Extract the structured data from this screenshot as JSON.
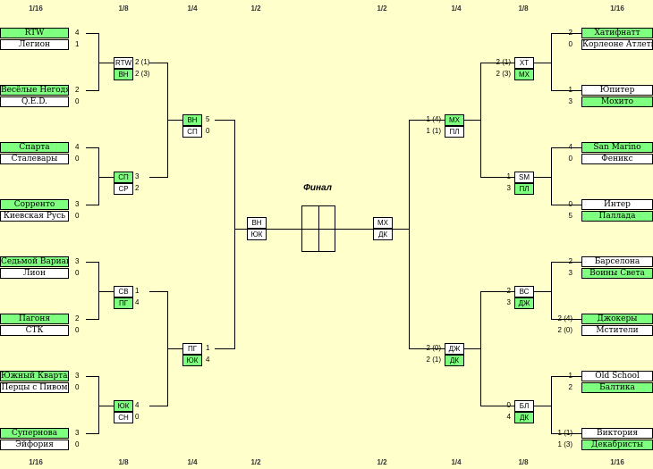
{
  "round_labels": {
    "left": [
      "1/16",
      "1/8",
      "1/4",
      "1/2"
    ],
    "right": [
      "1/2",
      "1/4",
      "1/8",
      "1/16"
    ]
  },
  "final": {
    "label": "Финал"
  },
  "left": {
    "r16": [
      {
        "teams": [
          {
            "name": "RTW",
            "score": "4",
            "w": true
          },
          {
            "name": "Легион",
            "score": "1",
            "w": false
          }
        ]
      },
      {
        "teams": [
          {
            "name": "Весёлые Негодяи",
            "score": "2",
            "w": true
          },
          {
            "name": "Q.E.D.",
            "score": "0",
            "w": false
          }
        ]
      },
      {
        "teams": [
          {
            "name": "Спарта",
            "score": "4",
            "w": true
          },
          {
            "name": "Сталевары",
            "score": "0",
            "w": false
          }
        ]
      },
      {
        "teams": [
          {
            "name": "Сорренто",
            "score": "3",
            "w": true
          },
          {
            "name": "Киевская Русь",
            "score": "0",
            "w": false
          }
        ]
      },
      {
        "teams": [
          {
            "name": "Седьмой Вариант",
            "score": "3",
            "w": true
          },
          {
            "name": "Лион",
            "score": "0",
            "w": false
          }
        ]
      },
      {
        "teams": [
          {
            "name": "Пагоня",
            "score": "2",
            "w": true
          },
          {
            "name": "СТК",
            "score": "0",
            "w": false
          }
        ]
      },
      {
        "teams": [
          {
            "name": "Южный Квартал",
            "score": "3",
            "w": true
          },
          {
            "name": "Перцы с Пивом",
            "score": "0",
            "w": false
          }
        ]
      },
      {
        "teams": [
          {
            "name": "Суперновa",
            "score": "3",
            "w": true
          },
          {
            "name": "Эйфория",
            "score": "0",
            "w": false
          }
        ]
      }
    ],
    "r8": [
      {
        "teams": [
          {
            "name": "RTW",
            "score": "2 (1)",
            "w": false
          },
          {
            "name": "ВН",
            "score": "2 (3)",
            "w": true
          }
        ]
      },
      {
        "teams": [
          {
            "name": "СП",
            "score": "3",
            "w": true
          },
          {
            "name": "СР",
            "score": "2",
            "w": false
          }
        ]
      },
      {
        "teams": [
          {
            "name": "СВ",
            "score": "1",
            "w": false
          },
          {
            "name": "ПГ",
            "score": "4",
            "w": true
          }
        ]
      },
      {
        "teams": [
          {
            "name": "ЮК",
            "score": "4",
            "w": true
          },
          {
            "name": "СН",
            "score": "0",
            "w": false
          }
        ]
      }
    ],
    "r4": [
      {
        "teams": [
          {
            "name": "ВН",
            "score": "5",
            "w": true
          },
          {
            "name": "СП",
            "score": "0",
            "w": false
          }
        ]
      },
      {
        "teams": [
          {
            "name": "ПГ",
            "score": "1",
            "w": false
          },
          {
            "name": "ЮК",
            "score": "4",
            "w": true
          }
        ]
      }
    ],
    "r2": {
      "teams": [
        {
          "name": "ВН",
          "w": false
        },
        {
          "name": "ЮК",
          "w": false
        }
      ]
    }
  },
  "right": {
    "r16": [
      {
        "teams": [
          {
            "name": "Хатифнатт",
            "score": "2",
            "w": true
          },
          {
            "name": "Корлеоне Атлетик",
            "score": "0",
            "w": false
          }
        ]
      },
      {
        "teams": [
          {
            "name": "Юпитер",
            "score": "1",
            "w": false
          },
          {
            "name": "Мохито",
            "score": "3",
            "w": true
          }
        ]
      },
      {
        "teams": [
          {
            "name": "San Marino",
            "score": "4",
            "w": true
          },
          {
            "name": "Феникс",
            "score": "0",
            "w": false
          }
        ]
      },
      {
        "teams": [
          {
            "name": "Интер",
            "score": "0",
            "w": false
          },
          {
            "name": "Паллада",
            "score": "5",
            "w": true
          }
        ]
      },
      {
        "teams": [
          {
            "name": "Барселона",
            "score": "2",
            "w": false
          },
          {
            "name": "Воины Света",
            "score": "3",
            "w": true
          }
        ]
      },
      {
        "teams": [
          {
            "name": "Джокеры",
            "score": "2 (4)",
            "w": true
          },
          {
            "name": "Мстители",
            "score": "2 (0)",
            "w": false
          }
        ]
      },
      {
        "teams": [
          {
            "name": "Old School",
            "score": "1",
            "w": false
          },
          {
            "name": "Балтика",
            "score": "2",
            "w": true
          }
        ]
      },
      {
        "teams": [
          {
            "name": "Виктория",
            "score": "1 (1)",
            "w": false
          },
          {
            "name": "Декабристы",
            "score": "1 (3)",
            "w": true
          }
        ]
      }
    ],
    "r8": [
      {
        "teams": [
          {
            "name": "ХТ",
            "score": "2 (1)",
            "w": false
          },
          {
            "name": "МХ",
            "score": "2 (3)",
            "w": true
          }
        ]
      },
      {
        "teams": [
          {
            "name": "SM",
            "score": "1",
            "w": false
          },
          {
            "name": "ПЛ",
            "score": "3",
            "w": true
          }
        ]
      },
      {
        "teams": [
          {
            "name": "ВС",
            "score": "2",
            "w": false
          },
          {
            "name": "ДЖ",
            "score": "3",
            "w": true
          }
        ]
      },
      {
        "teams": [
          {
            "name": "БЛ",
            "score": "0",
            "w": false
          },
          {
            "name": "ДК",
            "score": "4",
            "w": true
          }
        ]
      }
    ],
    "r4": [
      {
        "teams": [
          {
            "name": "МХ",
            "score": "1 (4)",
            "w": true
          },
          {
            "name": "ПЛ",
            "score": "1 (1)",
            "w": false
          }
        ]
      },
      {
        "teams": [
          {
            "name": "ДЖ",
            "score": "2 (0)",
            "w": false
          },
          {
            "name": "ДК",
            "score": "2 (1)",
            "w": true
          }
        ]
      }
    ],
    "r2": {
      "teams": [
        {
          "name": "МХ",
          "w": false
        },
        {
          "name": "ДК",
          "w": false
        }
      ]
    }
  }
}
